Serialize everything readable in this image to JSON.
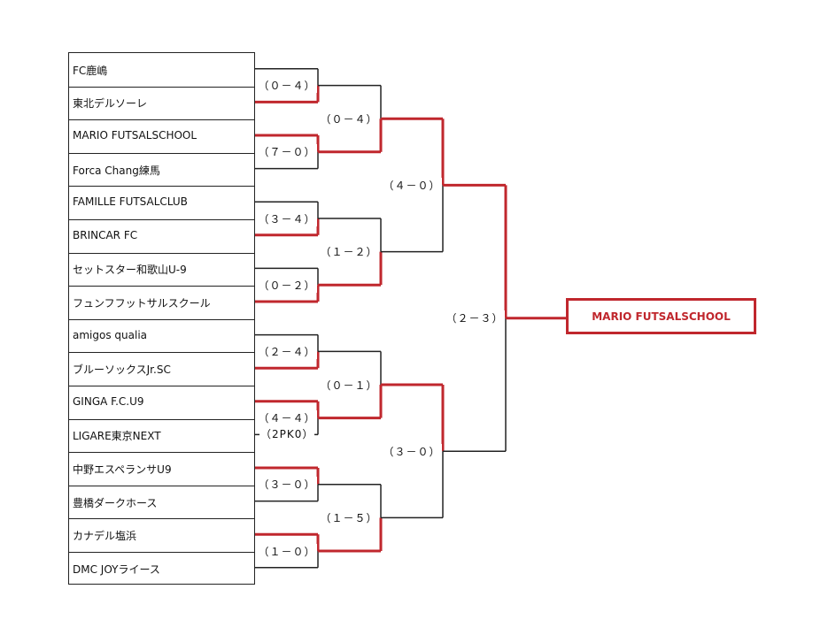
{
  "colors": {
    "winner_line": "#c0272d",
    "loser_line": "#222222"
  },
  "teams": [
    "FC鹿嶋",
    "東北デルソーレ",
    "MARIO FUTSALSCHOOL",
    "Forca Chang練馬",
    "FAMILLE FUTSALCLUB",
    "BRINCAR FC",
    "セットスター和歌山U-9",
    "フュンフフットサルスクール",
    "amigos qualia",
    "ブルーソックスJr.SC",
    "GINGA F.C.U9",
    "LIGARE東京NEXT",
    "中野エスペランサU9",
    "豊橋ダークホース",
    "カナデル塩浜",
    "DMC JOYライース"
  ],
  "round1": [
    {
      "score": "（０－４）",
      "winner": "bottom"
    },
    {
      "score": "（７－０）",
      "winner": "top"
    },
    {
      "score": "（３－４）",
      "winner": "bottom"
    },
    {
      "score": "（０－２）",
      "winner": "bottom"
    },
    {
      "score": "（２－４）",
      "winner": "bottom"
    },
    {
      "score": "（４－４）",
      "note": "（2PK0）",
      "winner": "top"
    },
    {
      "score": "（３－０）",
      "winner": "top"
    },
    {
      "score": "（１－０）",
      "winner": "top"
    }
  ],
  "round2": [
    {
      "score": "（０－４）",
      "winner": "bottom"
    },
    {
      "score": "（１－２）",
      "winner": "bottom"
    },
    {
      "score": "（０－１）",
      "winner": "bottom"
    },
    {
      "score": "（１－５）",
      "winner": "bottom"
    }
  ],
  "round3": [
    {
      "score": "（４－０）",
      "winner": "top"
    },
    {
      "score": "（３－０）",
      "winner": "top"
    }
  ],
  "final": {
    "score": "（２－３）",
    "winner": "top"
  },
  "champion": "MARIO FUTSALSCHOOL"
}
